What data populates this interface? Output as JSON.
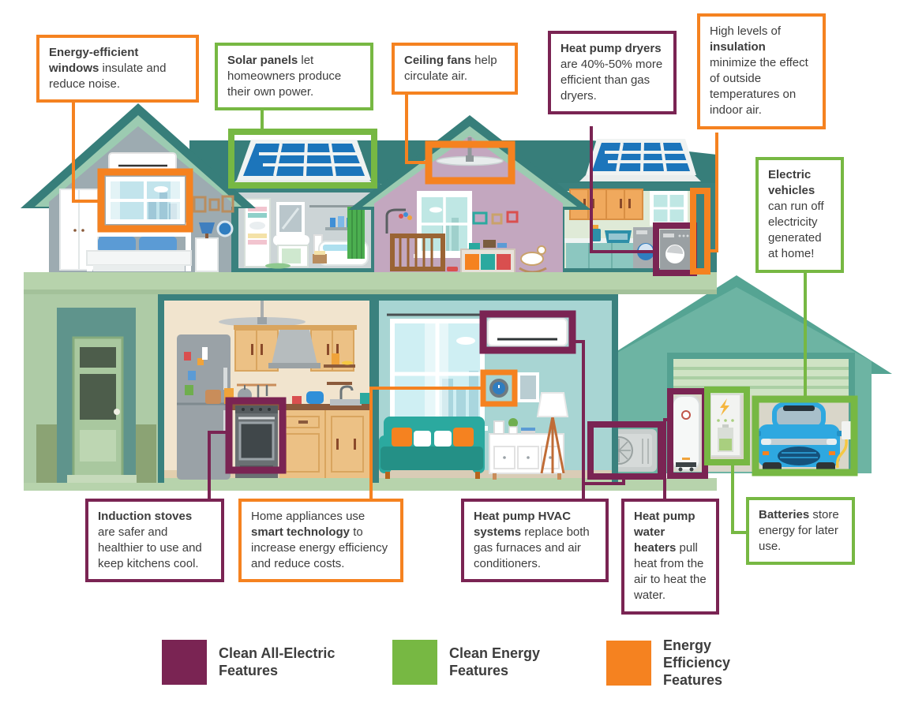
{
  "colors": {
    "clean_all_electric": "#7A2453",
    "clean_energy": "#77B843",
    "energy_efficiency": "#F58220"
  },
  "callouts": [
    {
      "id": "windows",
      "category": "energy_efficiency",
      "segments": [
        {
          "t": "Energy-efficient windows",
          "b": true
        },
        {
          "t": " insulate and reduce noise.",
          "b": false
        }
      ]
    },
    {
      "id": "solar",
      "category": "clean_energy",
      "segments": [
        {
          "t": "Solar panels",
          "b": true
        },
        {
          "t": " let homeowners produce their own power.",
          "b": false
        }
      ]
    },
    {
      "id": "fans",
      "category": "energy_efficiency",
      "segments": [
        {
          "t": "Ceiling fans",
          "b": true
        },
        {
          "t": " help circulate air.",
          "b": false
        }
      ]
    },
    {
      "id": "dryers",
      "category": "clean_all_electric",
      "segments": [
        {
          "t": "Heat pump dryers",
          "b": true
        },
        {
          "t": " are 40%-50% more efficient than gas dryers.",
          "b": false
        }
      ]
    },
    {
      "id": "insulation",
      "category": "energy_efficiency",
      "segments": [
        {
          "t": "High levels of ",
          "b": false
        },
        {
          "t": "insulation",
          "b": true
        },
        {
          "t": " minimize the effect of outside temperatures on indoor air.",
          "b": false
        }
      ]
    },
    {
      "id": "ev",
      "category": "clean_energy",
      "segments": [
        {
          "t": "Electric vehicles",
          "b": true
        },
        {
          "t": " can run off electricity generated at home!",
          "b": false
        }
      ]
    },
    {
      "id": "induction",
      "category": "clean_all_electric",
      "segments": [
        {
          "t": "Induction stoves",
          "b": true
        },
        {
          "t": " are safer and healthier to use and keep kitchens cool.",
          "b": false
        }
      ]
    },
    {
      "id": "smart",
      "category": "energy_efficiency",
      "segments": [
        {
          "t": "Home appliances use ",
          "b": false
        },
        {
          "t": "smart technology",
          "b": true
        },
        {
          "t": " to increase energy efficiency and reduce costs.",
          "b": false
        }
      ]
    },
    {
      "id": "hvac",
      "category": "clean_all_electric",
      "segments": [
        {
          "t": "Heat pump HVAC systems",
          "b": true
        },
        {
          "t": " replace both gas furnaces and air conditioners.",
          "b": false
        }
      ]
    },
    {
      "id": "water_heaters",
      "category": "clean_all_electric",
      "segments": [
        {
          "t": "Heat pump water heaters",
          "b": true
        },
        {
          "t": " pull heat from the air to heat the water.",
          "b": false
        }
      ]
    },
    {
      "id": "batteries",
      "category": "clean_energy",
      "segments": [
        {
          "t": "Batteries",
          "b": true
        },
        {
          "t": " store energy for later use.",
          "b": false
        }
      ]
    }
  ],
  "legend": [
    {
      "label": "Clean All-Electric Features",
      "category": "clean_all_electric"
    },
    {
      "label": "Clean Energy Features",
      "category": "clean_energy"
    },
    {
      "label": "Energy Efficiency Features",
      "category": "energy_efficiency"
    }
  ]
}
